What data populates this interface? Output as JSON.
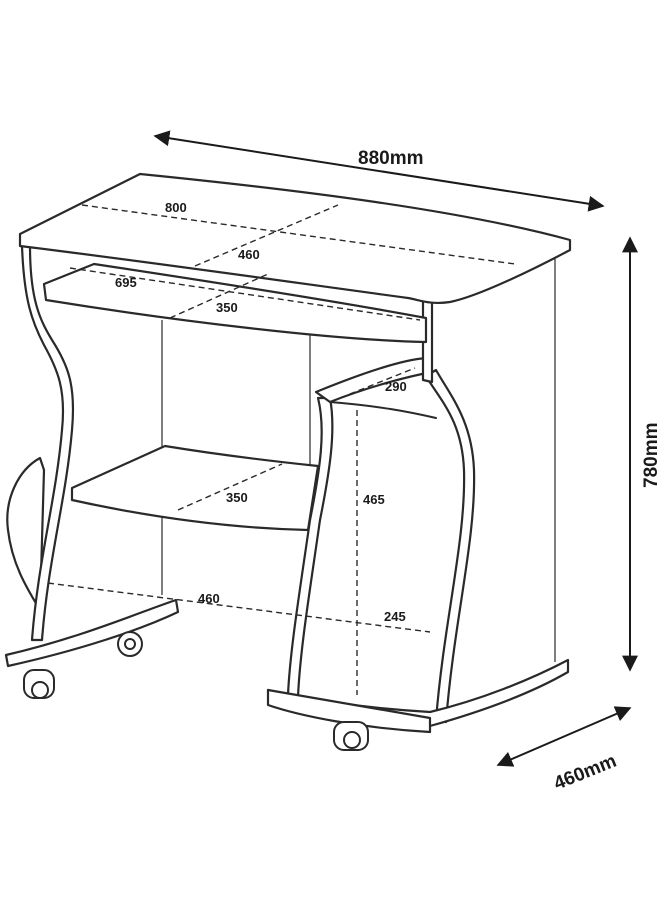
{
  "dimensions": {
    "width": "880mm",
    "height": "780mm",
    "depth": "460mm"
  },
  "internal": {
    "top_width": "800",
    "top_depth": "460",
    "keyboard_width": "695",
    "keyboard_depth": "350",
    "shelf_depth": "350",
    "cabinet_height": "465",
    "cabinet_width": "290",
    "base_width": "460",
    "cabinet_base": "245"
  }
}
